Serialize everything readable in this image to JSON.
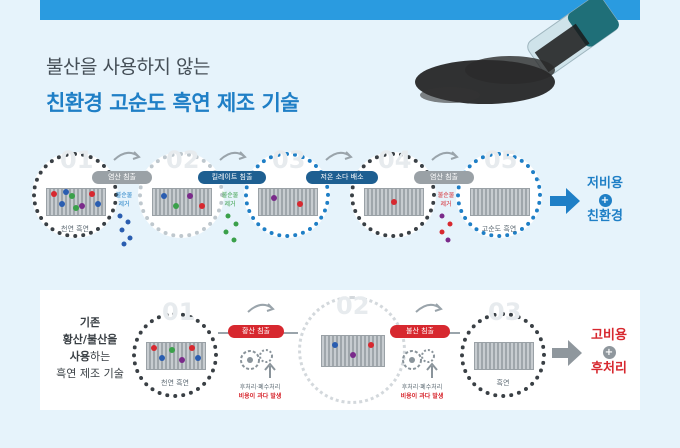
{
  "header": {
    "line1": "불산을 사용하지 않는",
    "line2": "친환경 고순도 흑연 제조 기술"
  },
  "new_process": {
    "steps": [
      {
        "num": "01",
        "caption": "천연 흑연"
      },
      {
        "num": "02",
        "caption": ""
      },
      {
        "num": "03",
        "caption": ""
      },
      {
        "num": "04",
        "caption": ""
      },
      {
        "num": "05",
        "caption": "고순도 흑연"
      }
    ],
    "labels": [
      "염산 침출",
      "킬레이트 침출",
      "저온 소다 배소",
      "염산 침출"
    ],
    "removal": [
      "불순물 제거",
      "불순물 제거",
      "불순물 제거"
    ],
    "result": {
      "line1": "저비용",
      "plus": "+",
      "line2": "친환경"
    }
  },
  "old_process": {
    "heading": {
      "line1": "기존",
      "line2": "황산/불산을",
      "line3_bold": "사용",
      "line3_rest": "하는",
      "line4": "흑연 제조 기술"
    },
    "steps": [
      {
        "num": "01",
        "caption": "천연 흑연"
      },
      {
        "num": "02",
        "caption": ""
      },
      {
        "num": "03",
        "caption": "흑연"
      }
    ],
    "labels": [
      "황산 침출",
      "불산 침출"
    ],
    "notes": [
      {
        "line1": "후처리·폐수처리",
        "line2": "비용이 과다 발생"
      },
      {
        "line1": "후처리·폐수처리",
        "line2": "비용이 과다 발생"
      }
    ],
    "result": {
      "line1": "고비용",
      "plus": "+",
      "line2": "후처리"
    }
  },
  "colors": {
    "accent_blue": "#1f7fc6",
    "topbar": "#2a9be0",
    "red": "#d7282f",
    "dark_blue_pill": "#1e5f91",
    "gray_pill": "#9aa1a6"
  }
}
